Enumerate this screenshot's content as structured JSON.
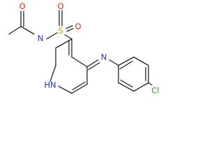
{
  "molecule": {
    "atoms": {
      "oxygen_carbonyl": {
        "text": "O",
        "color": "#e2231a"
      },
      "nitrogen_amide": {
        "text": "N",
        "color": "#2a35d6"
      },
      "sulfur": {
        "text": "S",
        "color": "#b99a00"
      },
      "oxygen_sulfonyl_left": {
        "text": "O",
        "color": "#e2231a"
      },
      "oxygen_sulfonyl_right": {
        "text": "O",
        "color": "#e2231a"
      },
      "nitrogen_imine": {
        "text": "N",
        "color": "#2a35d6"
      },
      "nitrogen_ring": {
        "text": "HN",
        "color": "#2a35d6"
      },
      "chlorine": {
        "text": "Cl",
        "color": "#1f9a1f"
      }
    },
    "bond_color": "#222222"
  }
}
